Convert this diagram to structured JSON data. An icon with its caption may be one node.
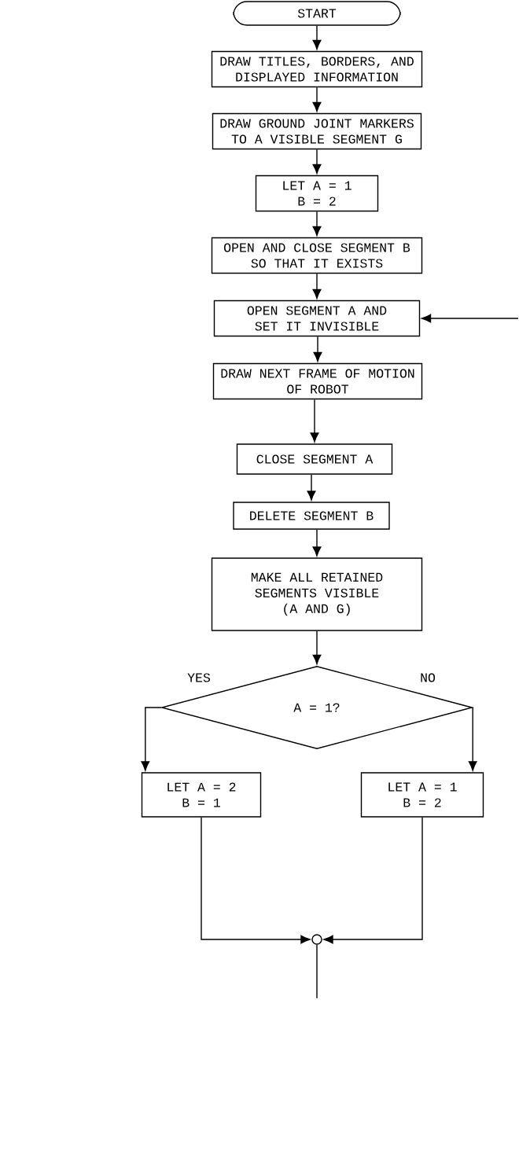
{
  "diagram": {
    "nodes": [
      {
        "text": [
          "START"
        ]
      },
      {
        "text": [
          "DRAW TITLES, BORDERS, AND DISPLAYED INFORMATION"
        ]
      },
      {
        "text": [
          "DRAW GROUND JOINT MARKERS TO A VISIBLE SEGMENT G"
        ]
      },
      {
        "text": [
          "LET A = 1 B = 2"
        ]
      },
      {
        "text": [
          "OPEN AND CLOSE SEGMENT B SO THAT IT EXISTS"
        ]
      },
      {
        "text": [
          "OPEN SEGMENT A AND SET IT INVISIBLE"
        ]
      },
      {
        "text": [
          "DRAW NEXT FRAME OF MOTION OF ROBOT"
        ]
      },
      {
        "text": [
          "CLOSE SEGMENT A"
        ]
      },
      {
        "text": [
          "DELETE SEGMENT B"
        ]
      },
      {
        "text": [
          "MAKE ALL RETAINED SEGMENTS VISIBLE (A AND G)"
        ]
      },
      {
        "text": [
          "A = 1?"
        ]
      },
      {
        "text": [
          "LET A = 2 B = 1"
        ]
      },
      {
        "text": [
          "LET A = 1 B = 2"
        ]
      },
      {
        "text": [],
        "shape": "circle"
      }
    ],
    "edges": [
      {
        "from": 0,
        "to": 1,
        "arrow": "to"
      },
      {
        "from": 1,
        "to": 2,
        "arrow": "to"
      },
      {
        "from": 2,
        "to": 3,
        "arrow": "to"
      },
      {
        "from": 3,
        "to": 4,
        "arrow": "to"
      },
      {
        "from": 4,
        "to": 5,
        "arrow": "to"
      },
      {
        "from": 5,
        "to": 6,
        "arrow": "to"
      },
      {
        "from": 6,
        "to": 7,
        "arrow": "to"
      },
      {
        "from": 7,
        "to": 8,
        "arrow": "to"
      },
      {
        "from": 8,
        "to": 9,
        "arrow": "to"
      },
      {
        "from": 9,
        "to": 10,
        "arrow": "to"
      },
      {
        "from": 10,
        "to": 11,
        "arrow": "to",
        "label": "YES"
      },
      {
        "from": 10,
        "to": 12,
        "arrow": "to",
        "label": "NO"
      },
      {
        "from": 11,
        "to": 13,
        "arrow": "to"
      },
      {
        "from": 12,
        "to": 13,
        "arrow": "to"
      },
      {
        "from": 13,
        "to": null,
        "arrow": "none"
      },
      {
        "from": null,
        "to": 5,
        "arrow": "to"
      }
    ]
  }
}
